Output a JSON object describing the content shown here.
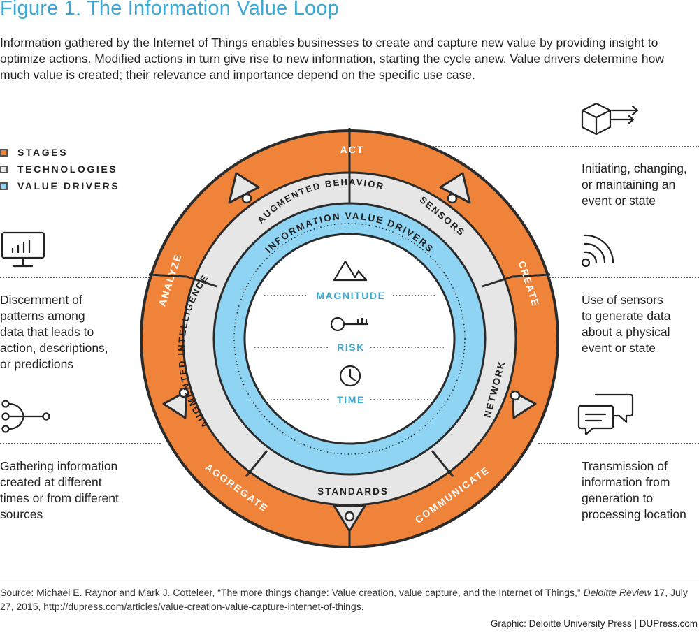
{
  "title": "Figure 1. The Information Value Loop",
  "intro": "Information gathered by the Internet of Things enables businesses to create and capture new value by providing insight to optimize actions. Modified actions in turn give rise to new information, starting the cycle anew. Value drivers determine how much value is created; their relevance and importance depend on the specific use case.",
  "legend": [
    {
      "label": "STAGES",
      "color": "#f0833a"
    },
    {
      "label": "TECHNOLOGIES",
      "color": "#e6e6e6"
    },
    {
      "label": "VALUE DRIVERS",
      "color": "#8fd4f2"
    }
  ],
  "colors": {
    "stage": "#f0833a",
    "technology": "#e6e6e6",
    "driver": "#8fd4f2",
    "outline": "#2b2b2b",
    "accent": "#3aa9d6"
  },
  "stages": [
    "ACT",
    "CREATE",
    "COMMUNICATE",
    "AGGREGATE",
    "ANALYZE"
  ],
  "technologies": [
    "SENSORS",
    "NETWORK",
    "STANDARDS",
    "AUGMENTED INTELLIGENCE",
    "AUGMENTED BEHAVIOR"
  ],
  "drivers_title": "INFORMATION VALUE DRIVERS",
  "drivers": [
    {
      "label": "MAGNITUDE",
      "icon": "mountain-icon"
    },
    {
      "label": "RISK",
      "icon": "key-icon"
    },
    {
      "label": "TIME",
      "icon": "clock-icon"
    }
  ],
  "descriptions": {
    "act": [
      "Initiating, changing,",
      "or maintaining an",
      "event or state"
    ],
    "create": [
      "Use of sensors",
      "to generate data",
      "about a physical",
      "event or state"
    ],
    "communicate": [
      "Transmission of",
      "information from",
      "generation to",
      "processing location"
    ],
    "analyze": [
      "Discernment of",
      "patterns among",
      "data that leads to",
      "action, descriptions,",
      "or predictions"
    ],
    "aggregate": [
      "Gathering information",
      "created at different",
      "times or from different",
      "sources"
    ]
  },
  "icons": {
    "act": "cube-arrows-icon",
    "create": "wireless-signal-icon",
    "communicate": "speech-bubbles-icon",
    "analyze": "monitor-chart-icon",
    "aggregate": "merge-nodes-icon"
  },
  "source": {
    "prefix": "Source: Michael E. Raynor and Mark J. Cotteleer, “The more things change: Value creation, value capture, and the Internet of Things,” ",
    "journal": "Deloitte Review",
    "suffix": " 17, July 27, 2015, http://dupress.com/articles/value-creation-value-capture-internet-of-things."
  },
  "credit": "Graphic: Deloitte University Press  |  DUPress.com"
}
